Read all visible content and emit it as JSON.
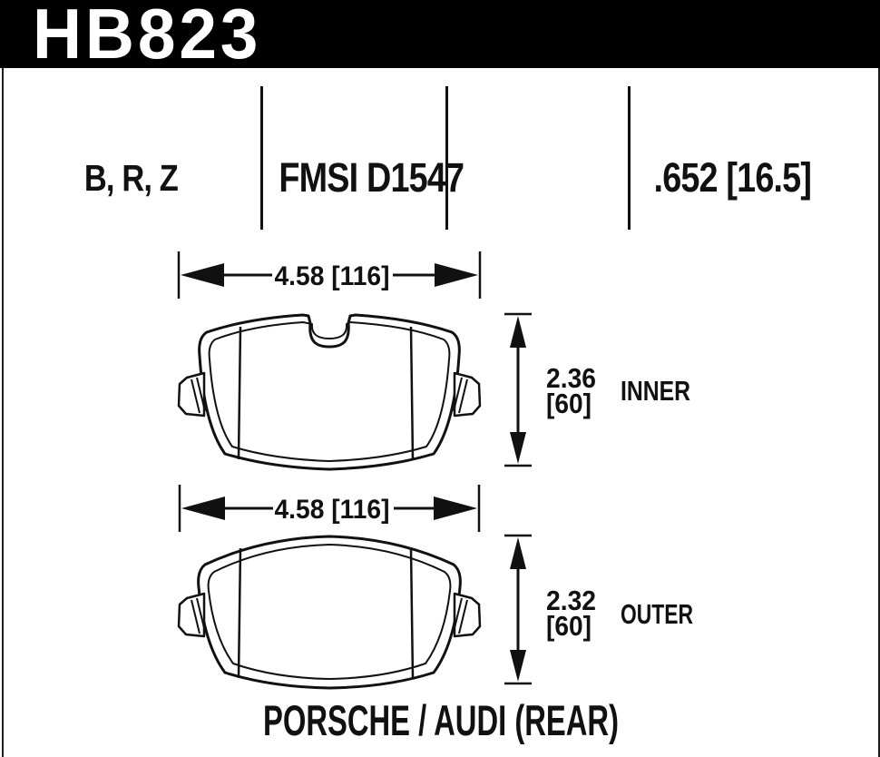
{
  "header": {
    "part_number": "HB823"
  },
  "info": {
    "compounds": "B, R, Z",
    "fmsi": "FMSI D1547",
    "thickness": ".652 [16.5]"
  },
  "inner_pad": {
    "width": "4.58 [116]",
    "height_in": "2.36",
    "height_mm": "[60]",
    "label": "INNER"
  },
  "outer_pad": {
    "width": "4.58 [116]",
    "height_in": "2.32",
    "height_mm": "[60]",
    "label": "OUTER"
  },
  "footer": {
    "application": "PORSCHE / AUDI (REAR)"
  },
  "colors": {
    "ink": "#111111",
    "header_bg": "#000000",
    "page_bg": "#ffffff"
  }
}
